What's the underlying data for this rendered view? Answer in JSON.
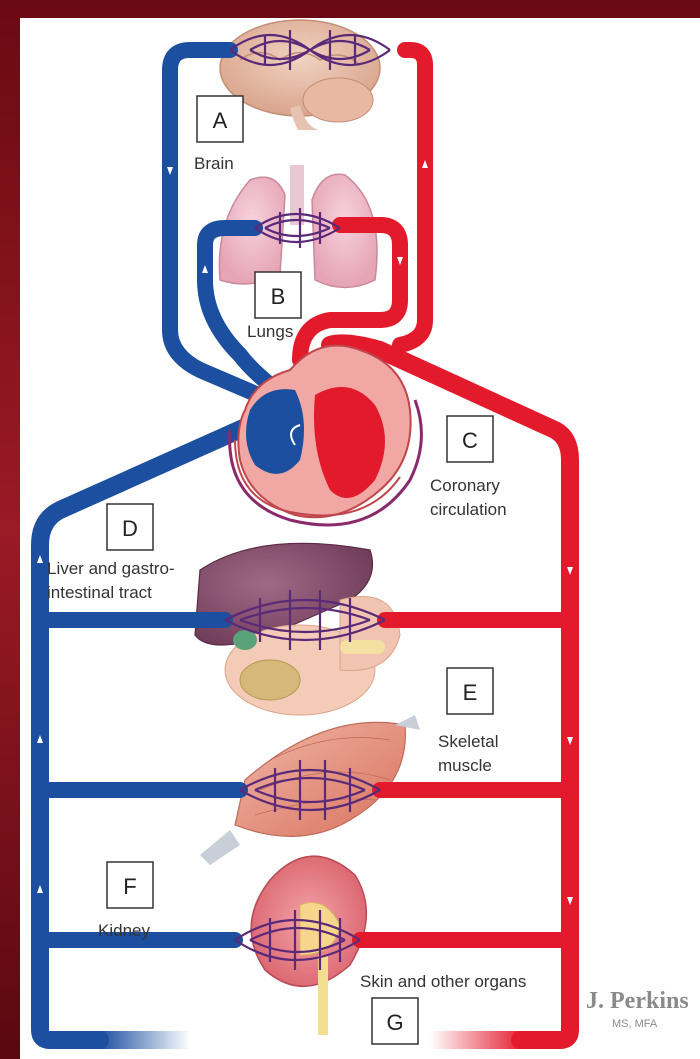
{
  "colors": {
    "artery": "#e21a2c",
    "vein": "#1d4fa0",
    "capillary": "#5a2a78",
    "frame": "#7a0b14",
    "label": "#333333"
  },
  "boxes": {
    "a": "A",
    "b": "B",
    "c": "C",
    "d": "D",
    "e": "E",
    "f": "F",
    "g": "G"
  },
  "organs": {
    "brain": "Brain",
    "lungs": "Lungs",
    "coronary_1": "Coronary",
    "coronary_2": "circulation",
    "liver_1": "Liver and gastro-",
    "liver_2": "intestinal tract",
    "muscle_1": "Skeletal",
    "muscle_2": "muscle",
    "kidney": "Kidney",
    "skin": "Skin and other organs"
  },
  "signature": {
    "name": "J. Perkins",
    "credentials": "MS, MFA"
  }
}
